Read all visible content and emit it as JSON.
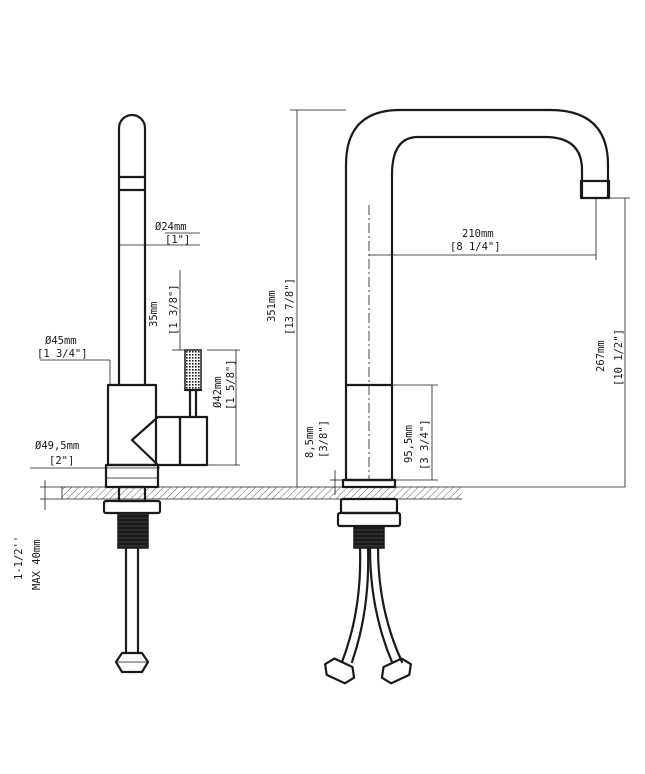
{
  "dimensions": {
    "spout_dia": "Ø24mm",
    "spout_dia_in": "[1\"]",
    "handle_height": "35mm",
    "handle_height_in": "[1 3/8\"]",
    "body_dia": "Ø45mm",
    "body_dia_in": "[1 3/4\"]",
    "handle_dia": "Ø42mm",
    "handle_dia_in": "[1 5/8\"]",
    "base_dia": "Ø49,5mm",
    "base_dia_in": "[2\"]",
    "thread": "1-1/2''",
    "max_deck": "MAX 40mm",
    "total_height": "351mm",
    "total_height_in": "[13 7/8\"]",
    "reach": "210mm",
    "reach_in": "[8 1/4\"]",
    "spout_clearance": "267mm",
    "spout_clearance_in": "[10 1/2\"]",
    "base_ring_height": "8,5mm",
    "base_ring_height_in": "[3/8\"]",
    "body_height": "95,5mm",
    "body_height_in": "[3 3/4\"]"
  }
}
